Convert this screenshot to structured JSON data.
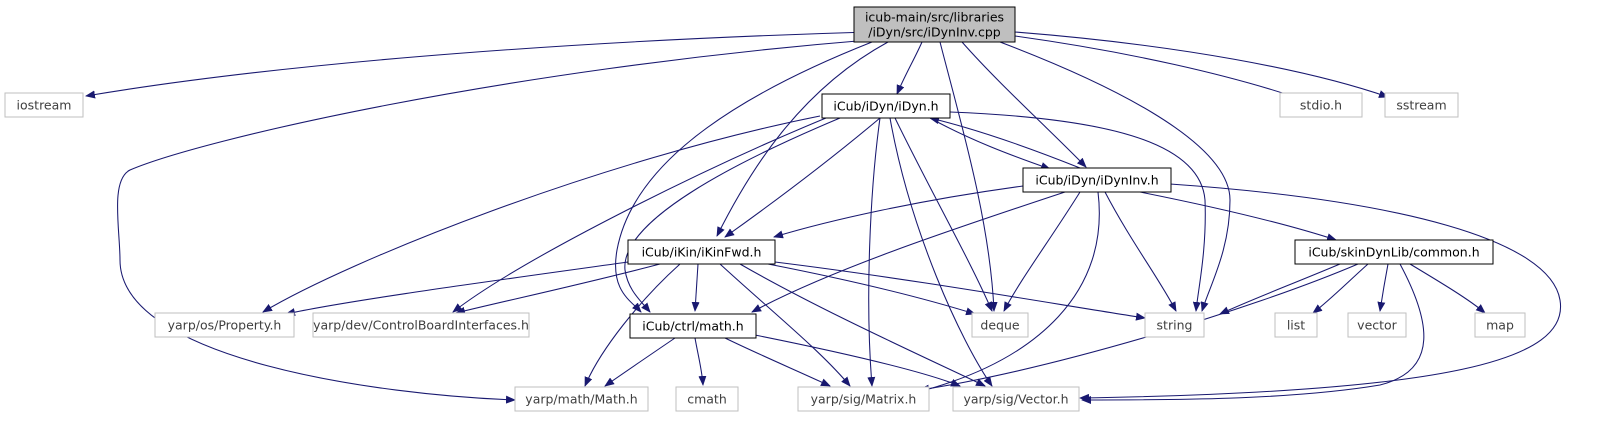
{
  "title": "",
  "colors": {
    "edge": "#191970",
    "root_fill": "#bfbfbf",
    "documented_border": "#000000",
    "external_border": "#bfbfbf",
    "external_text": "#3f3f3f"
  },
  "nodes": {
    "root": {
      "label_line1": "icub-main/src/libraries",
      "label_line2": "/iDyn/src/iDynInv.cpp",
      "kind": "root"
    },
    "iostream": {
      "label": "iostream",
      "kind": "external"
    },
    "idyn_h": {
      "label": "iCub/iDyn/iDyn.h",
      "kind": "documented"
    },
    "stdio_h": {
      "label": "stdio.h",
      "kind": "external"
    },
    "sstream": {
      "label": "sstream",
      "kind": "external"
    },
    "idyninv_h": {
      "label": "iCub/iDyn/iDynInv.h",
      "kind": "documented"
    },
    "ikinfwd_h": {
      "label": "iCub/iKin/iKinFwd.h",
      "kind": "documented"
    },
    "common_h": {
      "label": "iCub/skinDynLib/common.h",
      "kind": "documented"
    },
    "property_h": {
      "label": "yarp/os/Property.h",
      "kind": "external"
    },
    "controlboard_h": {
      "label": "yarp/dev/ControlBoardInterfaces.h",
      "kind": "external"
    },
    "ctrl_math_h": {
      "label": "iCub/ctrl/math.h",
      "kind": "documented"
    },
    "deque": {
      "label": "deque",
      "kind": "external"
    },
    "string": {
      "label": "string",
      "kind": "external"
    },
    "list": {
      "label": "list",
      "kind": "external"
    },
    "vector": {
      "label": "vector",
      "kind": "external"
    },
    "map": {
      "label": "map",
      "kind": "external"
    },
    "yarp_math_h": {
      "label": "yarp/math/Math.h",
      "kind": "external"
    },
    "cmath": {
      "label": "cmath",
      "kind": "external"
    },
    "matrix_h": {
      "label": "yarp/sig/Matrix.h",
      "kind": "external"
    },
    "vector_h": {
      "label": "yarp/sig/Vector.h",
      "kind": "external"
    }
  },
  "edges": [
    [
      "root",
      "iostream"
    ],
    [
      "root",
      "idyn_h"
    ],
    [
      "root",
      "stdio_h"
    ],
    [
      "root",
      "sstream"
    ],
    [
      "root",
      "idyninv_h"
    ],
    [
      "root",
      "ikinfwd_h"
    ],
    [
      "root",
      "ctrl_math_h"
    ],
    [
      "root",
      "deque"
    ],
    [
      "root",
      "string"
    ],
    [
      "root",
      "yarp_math_h"
    ],
    [
      "idyn_h",
      "idyninv_h"
    ],
    [
      "idyn_h",
      "ikinfwd_h"
    ],
    [
      "idyn_h",
      "property_h"
    ],
    [
      "idyn_h",
      "controlboard_h"
    ],
    [
      "idyn_h",
      "ctrl_math_h"
    ],
    [
      "idyn_h",
      "deque"
    ],
    [
      "idyn_h",
      "string"
    ],
    [
      "idyn_h",
      "matrix_h"
    ],
    [
      "idyn_h",
      "vector_h"
    ],
    [
      "idyninv_h",
      "idyn_h"
    ],
    [
      "idyninv_h",
      "ikinfwd_h"
    ],
    [
      "idyninv_h",
      "common_h"
    ],
    [
      "idyninv_h",
      "ctrl_math_h"
    ],
    [
      "idyninv_h",
      "deque"
    ],
    [
      "idyninv_h",
      "string"
    ],
    [
      "idyninv_h",
      "matrix_h"
    ],
    [
      "idyninv_h",
      "vector_h"
    ],
    [
      "ikinfwd_h",
      "property_h"
    ],
    [
      "ikinfwd_h",
      "controlboard_h"
    ],
    [
      "ikinfwd_h",
      "ctrl_math_h"
    ],
    [
      "ikinfwd_h",
      "deque"
    ],
    [
      "ikinfwd_h",
      "string"
    ],
    [
      "ikinfwd_h",
      "yarp_math_h"
    ],
    [
      "ikinfwd_h",
      "matrix_h"
    ],
    [
      "ikinfwd_h",
      "vector_h"
    ],
    [
      "common_h",
      "string"
    ],
    [
      "common_h",
      "list"
    ],
    [
      "common_h",
      "vector"
    ],
    [
      "common_h",
      "map"
    ],
    [
      "common_h",
      "matrix_h"
    ],
    [
      "common_h",
      "vector_h"
    ],
    [
      "ctrl_math_h",
      "yarp_math_h"
    ],
    [
      "ctrl_math_h",
      "cmath"
    ],
    [
      "ctrl_math_h",
      "matrix_h"
    ],
    [
      "ctrl_math_h",
      "vector_h"
    ]
  ]
}
